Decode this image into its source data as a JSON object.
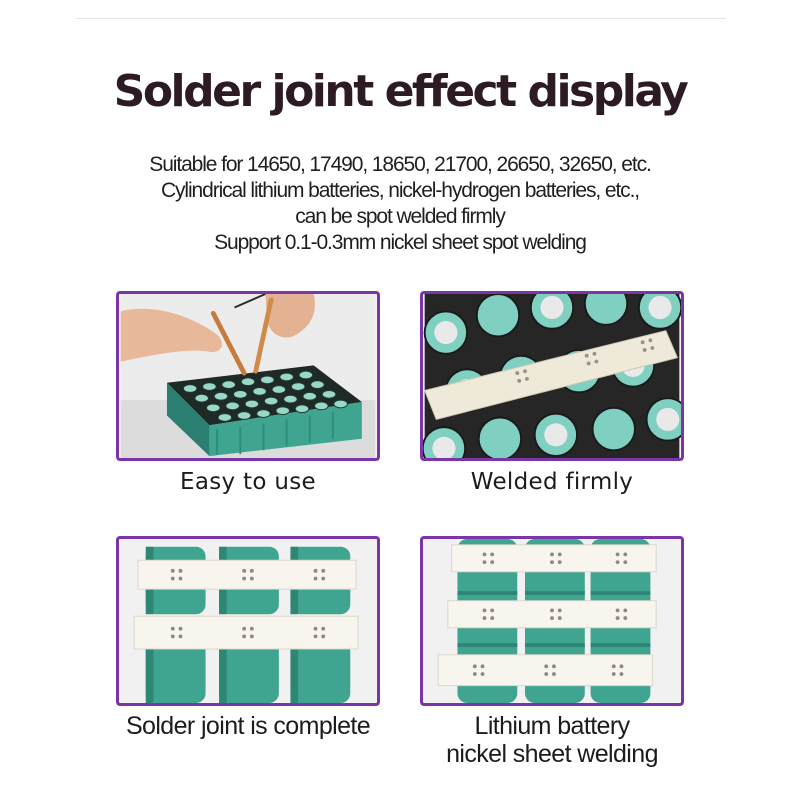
{
  "title": "Solder joint effect display",
  "description": [
    "Suitable for 14650, 17490, 18650, 21700, 26650, 32650, etc.",
    "Cylindrical lithium batteries, nickel-hydrogen batteries, etc.,",
    "can be spot welded firmly",
    "Support 0.1-0.3mm nickel sheet spot welding"
  ],
  "panels": [
    {
      "caption": "Easy to use"
    },
    {
      "caption": "Welded firmly"
    },
    {
      "caption": "Solder joint is complete"
    },
    {
      "caption_lines": [
        "Lithium battery",
        "nickel sheet welding"
      ]
    }
  ],
  "colors": {
    "frame": "#7a36a8",
    "title": "#2c1a24",
    "cell_teal": "#3fa590",
    "cell_mint": "#8fd7c8",
    "nickel_strip": "#f1ecdf",
    "holder_black": "#262626"
  }
}
